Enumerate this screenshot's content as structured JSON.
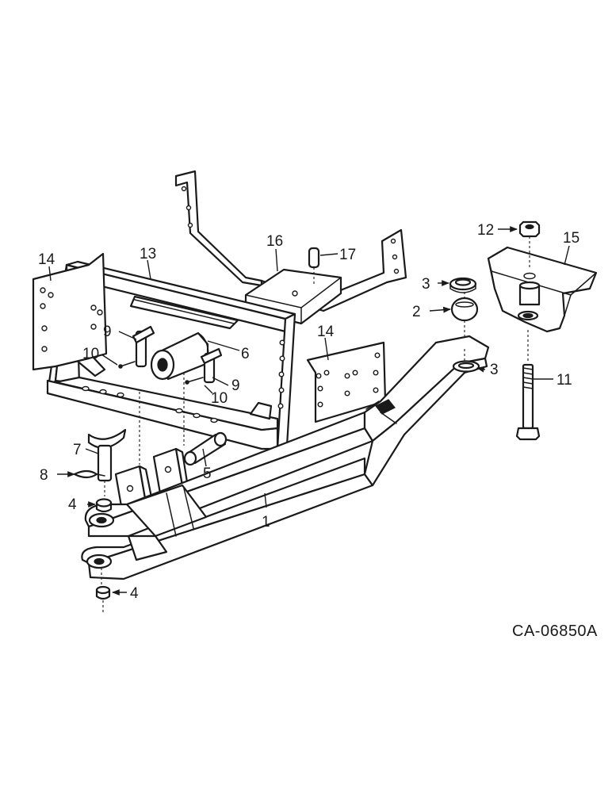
{
  "callouts": {
    "c1": "1",
    "c2": "2",
    "c3a": "3",
    "c3b": "3",
    "c4a": "4",
    "c4b": "4",
    "c5": "5",
    "c6": "6",
    "c7": "7",
    "c8": "8",
    "c9a": "9",
    "c9b": "9",
    "c10a": "10",
    "c10b": "10",
    "c11": "11",
    "c12": "12",
    "c13": "13",
    "c14a": "14",
    "c14b": "14",
    "c15": "15",
    "c16": "16",
    "c17": "17"
  },
  "reference_code": "CA-06850A"
}
